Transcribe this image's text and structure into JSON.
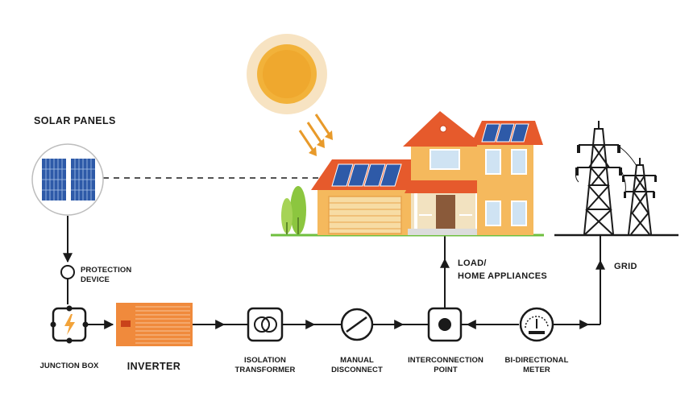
{
  "labels": {
    "solar_panels": "SOLAR PANELS",
    "protection_device_line1": "PROTECTION",
    "protection_device_line2": "DEVICE",
    "junction_box": "JUNCTION BOX",
    "inverter": "INVERTER",
    "isolation_transformer_line1": "ISOLATION",
    "isolation_transformer_line2": "TRANSFORMER",
    "manual_disconnect_line1": "MANUAL",
    "manual_disconnect_line2": "DISCONNECT",
    "interconnection_point_line1": "INTERCONNECTION",
    "interconnection_point_line2": "POINT",
    "bidirectional_meter_line1": "BI-DIRECTIONAL",
    "bidirectional_meter_line2": "METER",
    "load_line1": "LOAD/",
    "load_line2": "HOME APPLIANCES",
    "grid": "GRID"
  },
  "colors": {
    "line": "#1a1a1a",
    "sun_outer": "#f7e3c2",
    "sun_inner": "#f2b23a",
    "ray": "#e89a2a",
    "roof": "#e65a2c",
    "wall": "#f5b95d",
    "wall_shade": "#e9a54c",
    "window": "#cfe3f3",
    "panel": "#2e5aa8",
    "inverter": "#f08a3c",
    "tree": "#8cc63f",
    "ground": "#6fbf3f",
    "bolt": "#f2a33a"
  }
}
